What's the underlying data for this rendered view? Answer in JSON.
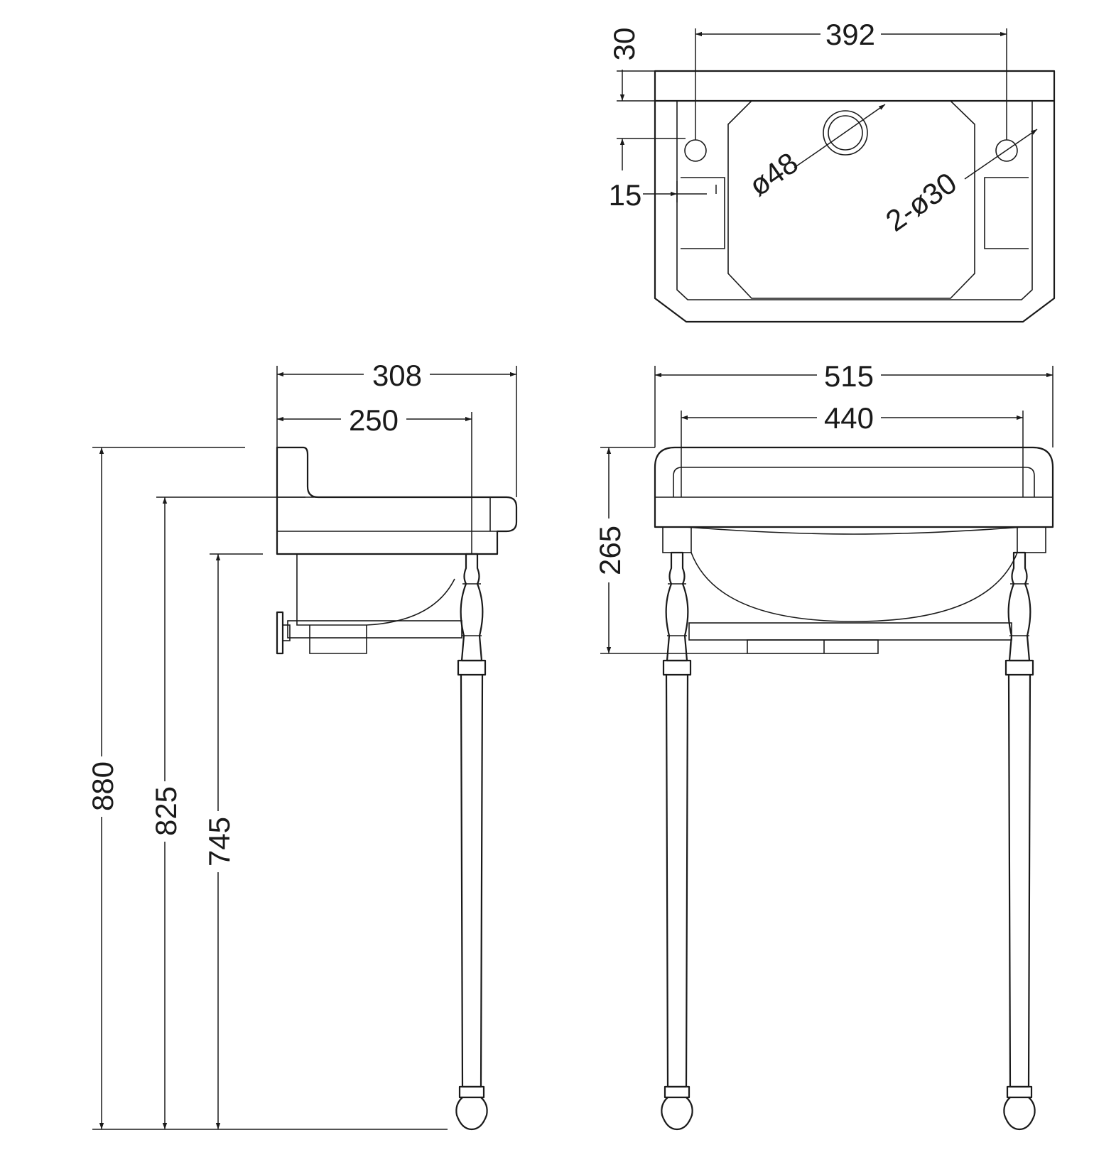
{
  "top_view": {
    "hole_spacing": "392",
    "back_edge": "30",
    "side_offset": "15",
    "waste_diameter": "ø48",
    "tap_holes": "2-ø30"
  },
  "side_view": {
    "overall_depth": "308",
    "bowl_depth": "250",
    "overall_height": "880",
    "rim_height": "825",
    "underside_height": "745"
  },
  "front_view": {
    "overall_width": "515",
    "leg_spacing": "440",
    "basin_height": "265"
  },
  "colors": {
    "line": "#1a1a1a",
    "background": "#ffffff"
  }
}
